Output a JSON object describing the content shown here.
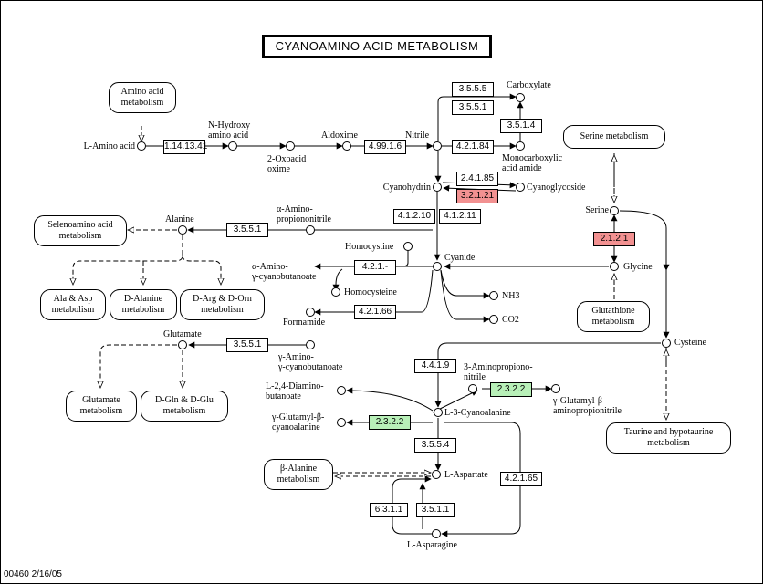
{
  "title": "CYANOAMINO ACID METABOLISM",
  "footer": "00460   2/16/05",
  "enzymes": {
    "e1141341": "1.14.13.41",
    "e49916": "4.99.1.6",
    "e42184": "4.2.1.84",
    "e3555a": "3.5.5.5",
    "e3551a": "3.5.5.1",
    "e3514": "3.5.1.4",
    "e24185": "2.4.1.85",
    "e32121": "3.2.1.21",
    "e41210": "4.1.2.10",
    "e41211": "4.1.2.11",
    "e3551b": "3.5.5.1",
    "e421x": "4.2.1.-",
    "e42166": "4.2.1.66",
    "e3551c": "3.5.5.1",
    "e2121": "2.1.2.1",
    "e4419": "4.4.1.9",
    "e2322a": "2.3.2.2",
    "e2322b": "2.3.2.2",
    "e3554": "3.5.5.4",
    "e42165": "4.2.1.65",
    "e6311": "6.3.1.1",
    "e3511": "3.5.1.1"
  },
  "pathways": {
    "amino_acid": "Amino acid\nmetabolism",
    "selenoamino": "Selenoamino acid\nmetabolism",
    "ala_asp": "Ala & Asp\nmetabolism",
    "d_alanine": "D-Alanine\nmetabolism",
    "d_arg": "D-Arg & D-Orn\nmetabolism",
    "glutamate": "Glutamate\nmetabolism",
    "d_gln": "D-Gln & D-Glu\nmetabolism",
    "serine": "Serine metabolism",
    "glutathione": "Glutathione\nmetabolism",
    "taurine": "Taurine and hypotaurine\nmetabolism",
    "beta_alanine": "β-Alanine\nmetabolism"
  },
  "compounds": {
    "l_amino_acid": "L-Amino acid",
    "n_hydroxy": "N-Hydroxy\namino acid",
    "oxoacid_oxime": "2-Oxoacid\noxime",
    "aldoxime": "Aldoxime",
    "nitrile": "Nitrile",
    "carboxylate": "Carboxylate",
    "monocarboxylic": "Monocarboxylic\nacid amide",
    "cyanohydrin": "Cyanohydrin",
    "cyanoglycoside": "Cyanoglycoside",
    "alpha_amino_propionitrile": "α-Amino-\npropiononitrile",
    "alanine": "Alanine",
    "homocystine": "Homocystine",
    "cyanide": "Cyanide",
    "alpha_amino_cyanobutanoate": "α-Amino-\nγ-cyanobutanoate",
    "homocysteine": "Homocysteine",
    "nh3": "NH3",
    "co2": "CO2",
    "formamide": "Formamide",
    "serine": "Serine",
    "glycine": "Glycine",
    "glutamate": "Glutamate",
    "gamma_amino_cyanobutanoate": "γ-Amino-\nγ-cyanobutanoate",
    "cysteine": "Cysteine",
    "aminopropiononitrile": "3-Aminopropiono-\nnitrile",
    "diaminobutanoate": "L-2,4-Diamino-\nbutanoate",
    "gamma_glutamyl_beta_cyanoalanine": "γ-Glutamyl-β-\ncyanoalanine",
    "l3_cyanoalanine": "L-3-Cyanoalanine",
    "gamma_glutamyl_beta_aminopropionitrile": "γ-Glutamyl-β-\naminopropionitrile",
    "l_aspartate": "L-Aspartate",
    "l_asparagine": "L-Asparagine"
  },
  "colors": {
    "highlight_red": "#f29191",
    "highlight_green": "#b8f0b8"
  }
}
